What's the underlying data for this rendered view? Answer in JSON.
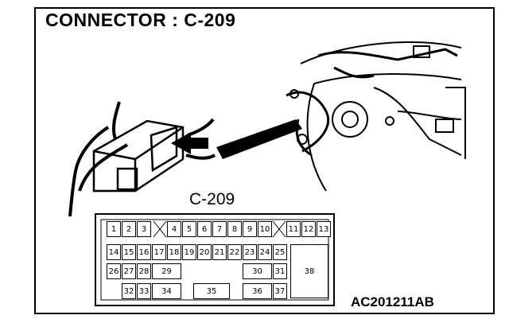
{
  "title": "CONNECTOR : C-209",
  "connector_label": "C-209",
  "figure_code": "AC201211AB",
  "pins": {
    "row1": [
      "1",
      "2",
      "3",
      "4",
      "5",
      "6",
      "7",
      "8",
      "9",
      "10",
      "11",
      "12",
      "13"
    ],
    "row2": [
      "14",
      "15",
      "16",
      "17",
      "18",
      "19",
      "20",
      "21",
      "22",
      "23",
      "24",
      "25"
    ],
    "row3": [
      "26",
      "27",
      "28",
      "29",
      "30",
      "31",
      "38"
    ],
    "row4": [
      "32",
      "33",
      "34",
      "35",
      "36",
      "37"
    ]
  }
}
